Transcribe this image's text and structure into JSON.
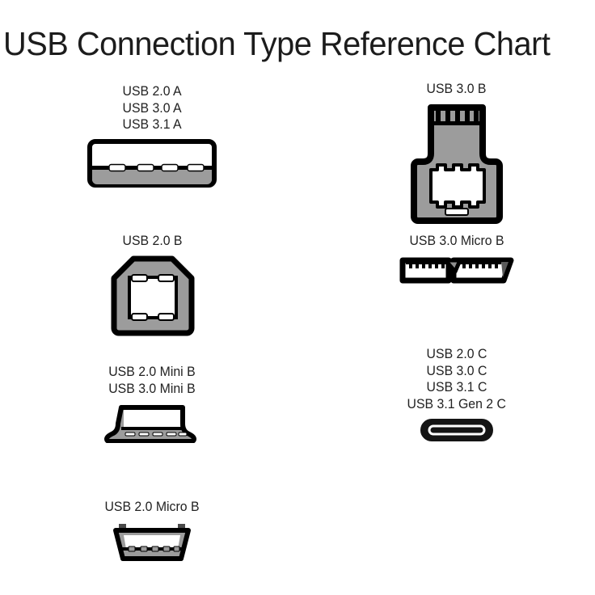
{
  "page": {
    "title": "USB Connection Type Reference Chart",
    "background_color": "#ffffff",
    "outline_color": "#000000",
    "body_fill_color": "#9c9c9c",
    "cavity_color": "#ffffff",
    "text_color": "#222222"
  },
  "connectors": [
    {
      "id": "usb-a",
      "icon": "usb-type-a-connector-icon",
      "labels": [
        "USB 2.0 A",
        "USB 3.0 A",
        "USB 3.1 A"
      ],
      "pin_count": 4,
      "column": "left",
      "order": 1
    },
    {
      "id": "usb-b",
      "icon": "usb-type-b-connector-icon",
      "labels": [
        "USB 2.0 B"
      ],
      "pin_count": 4,
      "column": "left",
      "order": 2
    },
    {
      "id": "mini-b",
      "icon": "usb-mini-b-connector-icon",
      "labels": [
        "USB 2.0 Mini B",
        "USB 3.0 Mini B"
      ],
      "pin_count": 5,
      "column": "left",
      "order": 3
    },
    {
      "id": "micro-b",
      "icon": "usb-micro-b-connector-icon",
      "labels": [
        "USB 2.0 Micro B"
      ],
      "pin_count": 5,
      "column": "left",
      "order": 4
    },
    {
      "id": "usb3-b",
      "icon": "usb-3-type-b-connector-icon",
      "labels": [
        "USB 3.0 B"
      ],
      "pin_count": 5,
      "column": "right",
      "order": 1
    },
    {
      "id": "usb3-micro-b",
      "icon": "usb-3-micro-b-connector-icon",
      "labels": [
        "USB 3.0 Micro B"
      ],
      "pin_count": 10,
      "column": "right",
      "order": 2
    },
    {
      "id": "usb-c",
      "icon": "usb-type-c-connector-icon",
      "labels": [
        "USB 2.0 C",
        "USB 3.0 C",
        "USB 3.1 C",
        "USB 3.1 Gen 2 C"
      ],
      "pin_count": 0,
      "column": "right",
      "order": 3
    }
  ]
}
